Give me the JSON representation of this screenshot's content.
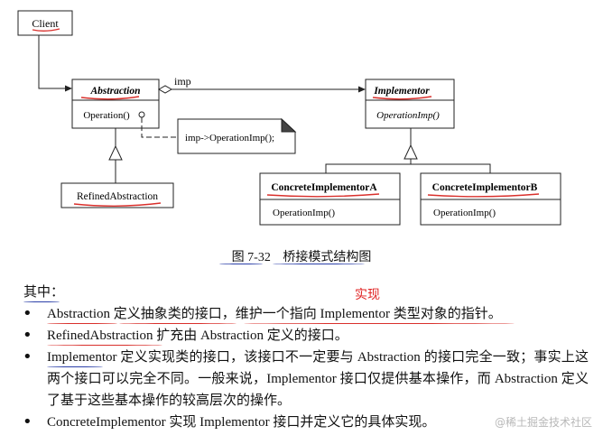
{
  "diagram": {
    "client": "Client",
    "abstraction": {
      "name": "Abstraction",
      "method": "Operation()"
    },
    "refined": "RefinedAbstraction",
    "implementor": {
      "name": "Implementor",
      "method": "OperationImp()"
    },
    "concrete_a": {
      "name": "ConcreteImplementorA",
      "method": "OperationImp()"
    },
    "concrete_b": {
      "name": "ConcreteImplementorB",
      "method": "OperationImp()"
    },
    "imp_label": "imp",
    "note": "imp->OperationImp();"
  },
  "caption": {
    "figure_no": "图 7-32",
    "title": "桥接模式结构图"
  },
  "annotation": "实现",
  "text": {
    "intro": "其中：",
    "bullets": [
      "Abstraction 定义抽象类的接口，维护一个指向 Implementor 类型对象的指针。",
      "RefinedAbstraction 扩充由 Abstraction 定义的接口。",
      "Implementor 定义实现类的接口，该接口不一定要与 Abstraction 的接口完全一致；事实上这两个接口可以完全不同。一般来说，Implementor 接口仅提供基本操作，而 Abstraction 定义了基于这些基本操作的较高层次的操作。",
      "ConcreteImplementor 实现 Implementor 接口并定义它的具体实现。"
    ]
  },
  "watermark": "@稀土掘金技术社区",
  "colors": {
    "annotation_red": "#e02424",
    "pen_red": "#d9302c",
    "pen_blue": "#2b3fa8"
  }
}
